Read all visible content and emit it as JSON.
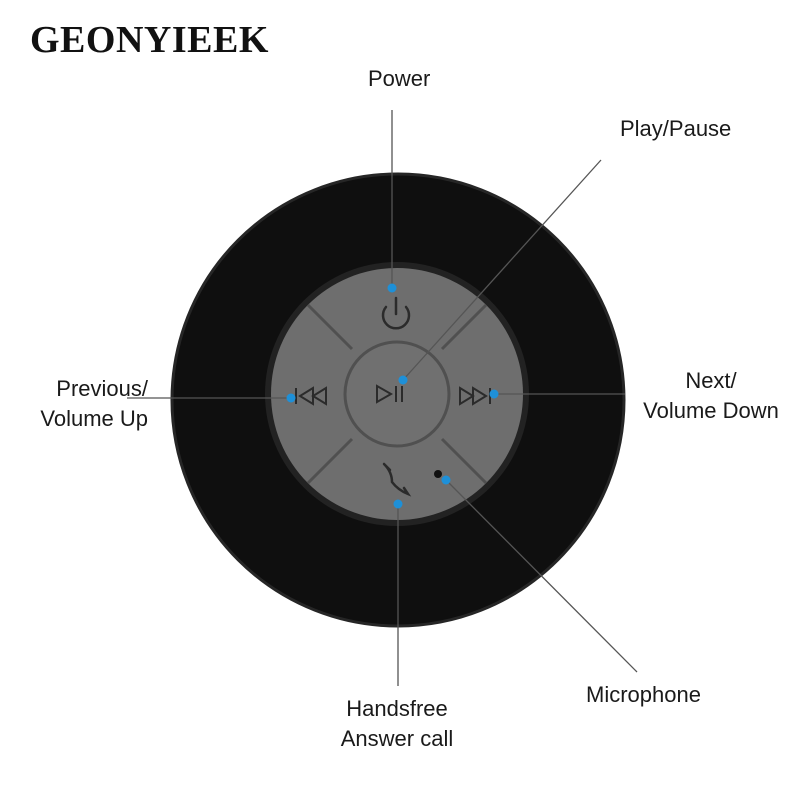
{
  "brand": "GEONYIEEK",
  "colors": {
    "speaker_body": "#0f0f0f",
    "button_panel": "#6e6e6e",
    "button_border": "#4a4a4a",
    "callout_dot": "#1e90d8",
    "leader_line": "#555555",
    "icon_stroke": "#2b2b2b"
  },
  "labels": {
    "power": "Power",
    "play_pause": "Play/Pause",
    "previous": {
      "line1": "Previous/",
      "line2": "Volume Up"
    },
    "next": {
      "line1": "Next/",
      "line2": "Volume Down"
    },
    "handsfree": {
      "line1": "Handsfree",
      "line2": "Answer call"
    },
    "microphone": "Microphone"
  },
  "icons": [
    "power-icon",
    "play-pause-icon",
    "previous-icon",
    "next-icon",
    "phone-icon",
    "microphone-hole"
  ]
}
